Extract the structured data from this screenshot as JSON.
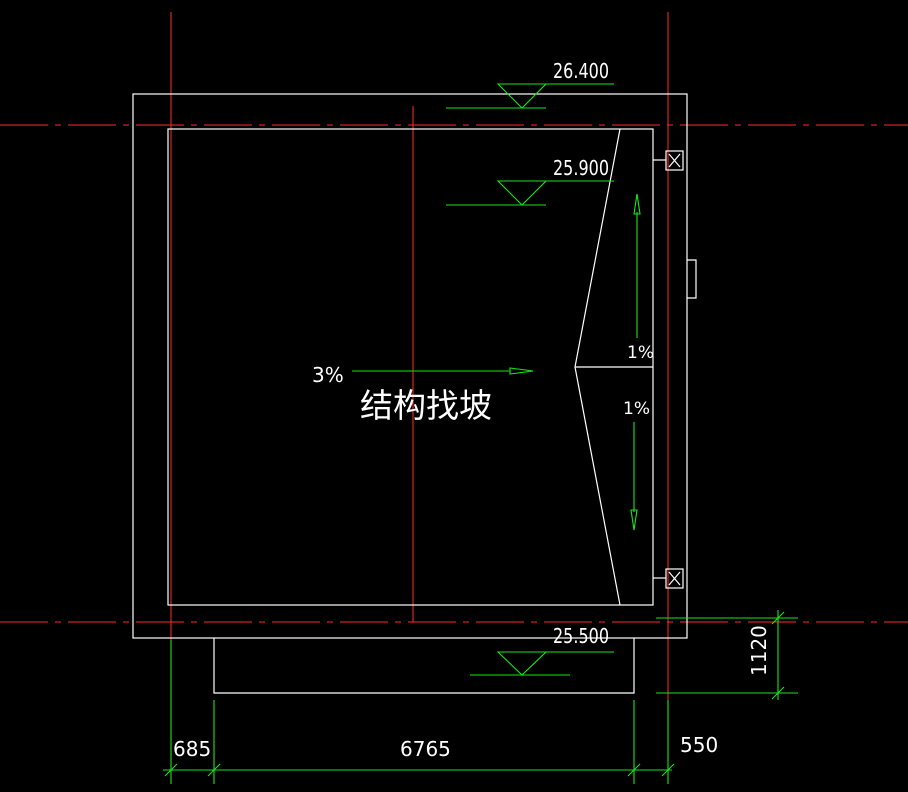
{
  "elevations": {
    "top": "26.400",
    "inner": "25.900",
    "bottom": "25.500"
  },
  "slopes": {
    "main": "3%",
    "upper": "1%",
    "lower": "1%"
  },
  "note": "结构找坡",
  "dimensions": {
    "left": "685",
    "middle": "6765",
    "right": "550",
    "vertical": "1120"
  },
  "colors": {
    "background": "#000000",
    "outline": "#ffffff",
    "axis": "#ff2a2a",
    "annotation": "#19e619"
  }
}
